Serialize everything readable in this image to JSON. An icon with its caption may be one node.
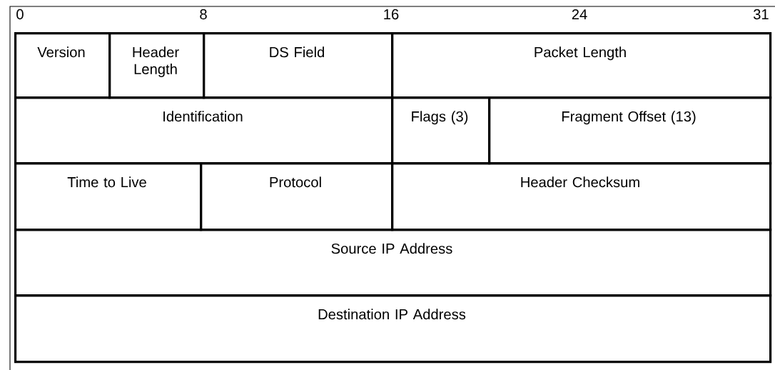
{
  "diagram": {
    "nodes": [
      {
        "text": [
          "Version"
        ]
      },
      {
        "text": [
          "Header Length"
        ]
      },
      {
        "text": [
          "DS Field"
        ]
      },
      {
        "text": [
          "Packet Length"
        ]
      },
      {
        "text": [
          "Identification"
        ]
      },
      {
        "text": [
          "Flags (3)"
        ]
      },
      {
        "text": [
          "Fragment Offset (13)"
        ]
      },
      {
        "text": [
          "Time to Live"
        ]
      },
      {
        "text": [
          "Protocol"
        ]
      },
      {
        "text": [
          "Header Checksum"
        ]
      },
      {
        "text": [
          "Source IP Address"
        ]
      },
      {
        "text": [
          "Destination IP Address"
        ]
      }
    ],
    "labels": [
      "0",
      "8",
      "16",
      "24",
      "31"
    ]
  }
}
